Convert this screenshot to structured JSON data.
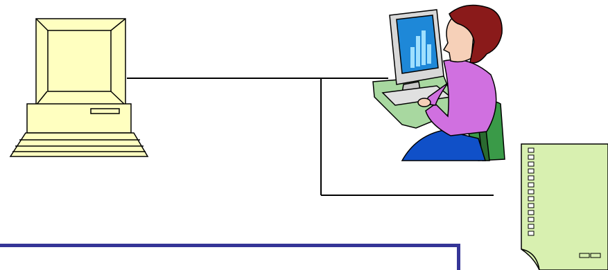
{
  "diagram": {
    "nodes": [
      {
        "id": "computer",
        "icon": "desktop-computer-icon"
      },
      {
        "id": "user",
        "icon": "woman-at-computer-icon"
      },
      {
        "id": "printer",
        "icon": "dot-matrix-printer-icon"
      }
    ],
    "links": [
      {
        "from": "computer",
        "to": "user"
      },
      {
        "from": "computer",
        "to": "printer"
      }
    ]
  },
  "colors": {
    "computer_body": "#ffffc0",
    "outline": "#000000",
    "caption_border": "#353597",
    "printer_paper": "#d8f0b0",
    "monitor_screen": "#1e88d8",
    "shirt": "#d070e0",
    "chair": "#3a9a48",
    "hair": "#8a1a1a",
    "skin": "#f6d0b8",
    "desk": "#a8d8a0"
  }
}
